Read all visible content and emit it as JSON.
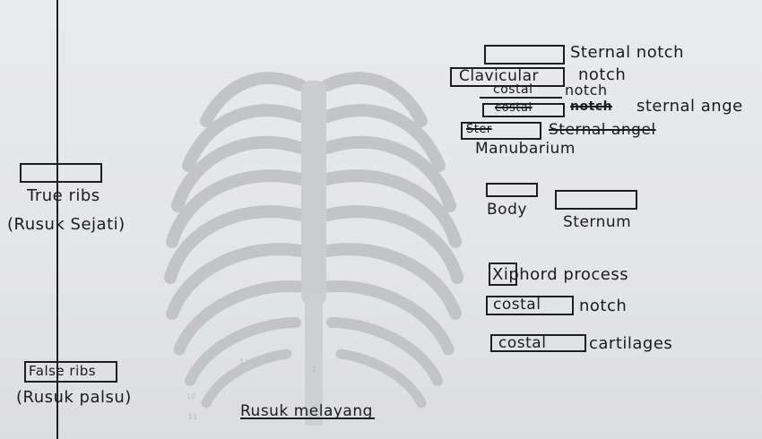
{
  "labels": {
    "sternal_notch": "Sternal notch",
    "clavicular_word": "Clavicular",
    "clavicular_notch": "notch",
    "costal_word_1": "costal",
    "costal_notch_1": "notch",
    "crossed_costal": "costal",
    "crossed_notch": "notch",
    "sternal_angle": "sternal ange",
    "crossed_ster": "Ster",
    "crossed_sternal_angel": "Sternal angel",
    "manubarium": "Manubarium",
    "body": "Body",
    "sternum": "Sternum",
    "xiphoid_process": "Xiphord process",
    "costal_word_2": "costal",
    "costal_notch_2": "notch",
    "costal_word_3": "costal",
    "cartilages": "cartilages",
    "true_ribs": "True ribs",
    "rusuk_sejati": "(Rusuk Sejati)",
    "false_ribs": "False ribs",
    "rusuk_palsu": "(Rusuk palsu)",
    "rusuk_melayang": "Rusuk melayang"
  },
  "xray_numbers": {
    "n12": "12",
    "n10": "10",
    "n11": "11",
    "n1": "1"
  },
  "colors": {
    "paper": "#e6e7ea",
    "ink": "#1b1b22",
    "xray_tint": "#c6c8cc"
  }
}
